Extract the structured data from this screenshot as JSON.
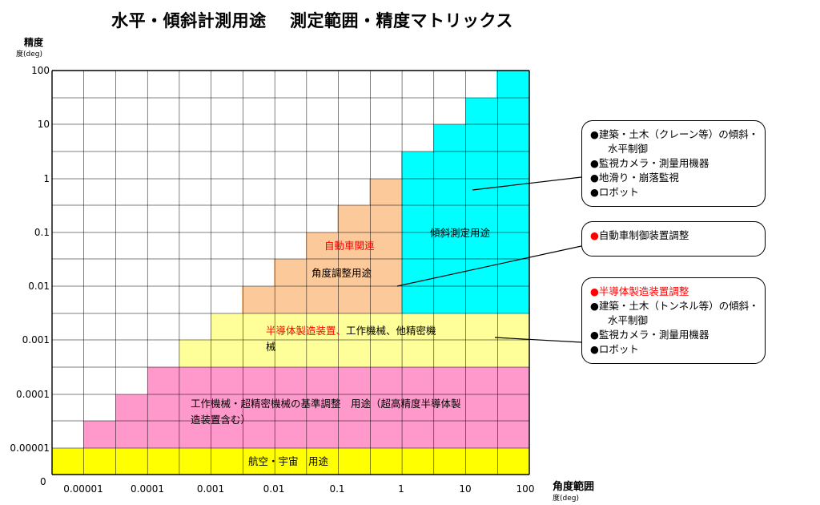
{
  "title": "水平・傾斜計測用途　 測定範囲・精度マトリックス",
  "y_axis": {
    "label": "精度",
    "unit": "度(deg)"
  },
  "x_axis": {
    "label": "角度範囲",
    "unit": "度(deg)"
  },
  "origin_label": "0",
  "y_ticks": [
    "100",
    "10",
    "1",
    "0.1",
    "0.01",
    "0.001",
    "0.0001",
    "0.00001"
  ],
  "x_ticks": [
    "0.00001",
    "0.0001",
    "0.001",
    "0.01",
    "0.1",
    "1",
    "10",
    "100"
  ],
  "colors": {
    "cyan": "#00ffff",
    "orange": "#fbc99a",
    "pale_yellow": "#ffff99",
    "pink": "#ff99cc",
    "yellow": "#ffff00",
    "red": "#ff0000"
  },
  "regions": {
    "tilt": "傾斜測定用途",
    "auto": "自動車関連",
    "angle": "角度調整用途",
    "semi_red": "半導体製造装置、",
    "semi_rest_1": "工作機械、他精密機",
    "semi_rest_2": "械",
    "machine_1": "工作機械・超精密機械の基準調整　用途（超高精度半導体製",
    "machine_2": "造装置含む）",
    "aero": "航空・宇宙　用途"
  },
  "callouts": {
    "tilt": [
      "●建築・土木（クレーン等）の傾斜・",
      "水平制御",
      "●監視カメラ・測量用機器",
      "●地滑り・崩落監視",
      "●ロボット"
    ],
    "auto": [
      "●",
      "自動車制御装置調整"
    ],
    "semi": [
      "●半導体製造装置調整",
      "●建築・土木（トンネル等）の傾斜・",
      "水平制御",
      "●監視カメラ・測量用機器",
      "●ロボット"
    ]
  }
}
